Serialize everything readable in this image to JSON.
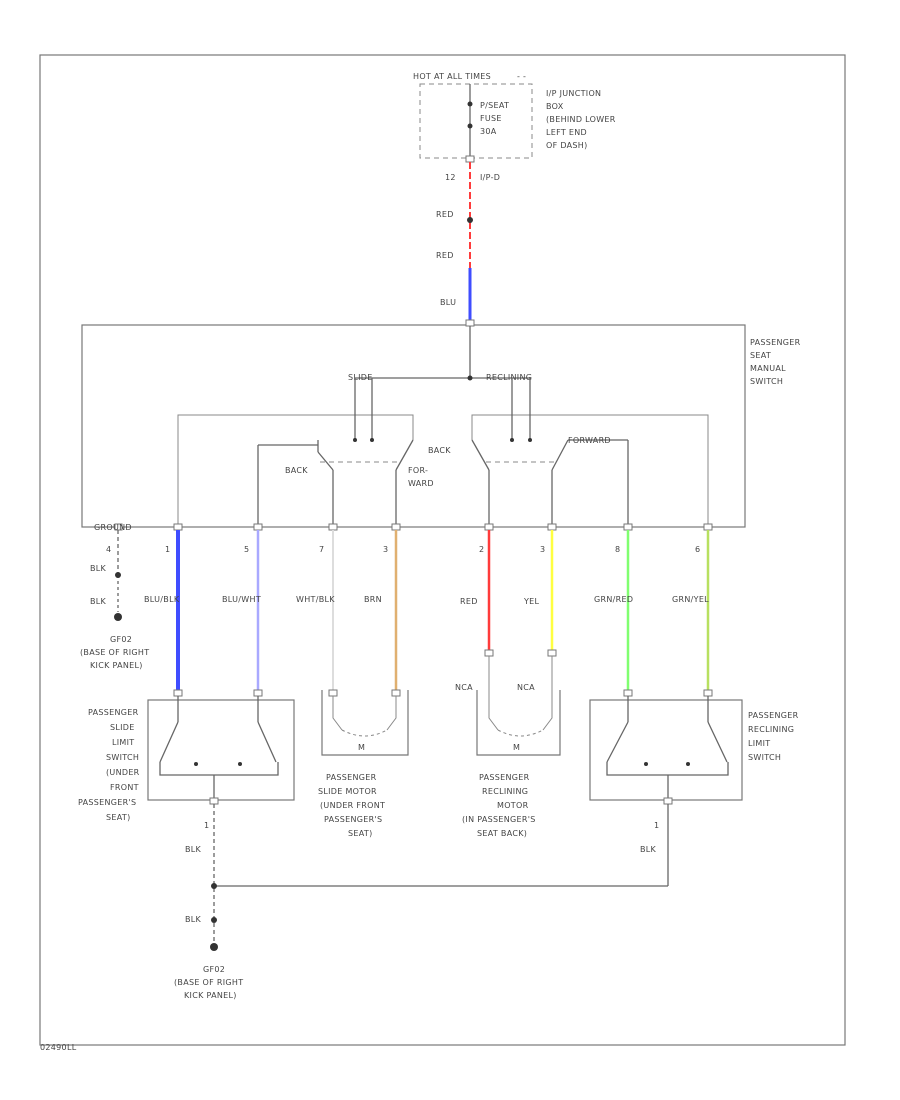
{
  "header": {
    "hot_at_all_times": "HOT AT ALL TIMES",
    "junction_box": [
      "I/P JUNCTION",
      "BOX",
      "(BEHIND LOWER",
      "LEFT END",
      "OF DASH)"
    ],
    "fuse": [
      "P/SEAT",
      "FUSE",
      "30A"
    ],
    "pin_left": "12",
    "connector": "I/P-D"
  },
  "top_wires": {
    "w1": "RED",
    "w2": "RED",
    "w3": "BLU"
  },
  "switch": {
    "name": [
      "PASSENGER",
      "SEAT",
      "MANUAL",
      "SWITCH"
    ],
    "slide": "SLIDE",
    "reclining": "RECLINING",
    "back_left": "BACK",
    "forward_left": [
      "FOR-",
      "WARD"
    ],
    "back_right": "BACK",
    "forward_right": "FORWARD",
    "ground": "GROUND"
  },
  "pins": [
    "4",
    "1",
    "5",
    "7",
    "3",
    "2",
    "3",
    "8",
    "6"
  ],
  "wires": [
    "BLU/BLK",
    "BLU/WHT",
    "WHT/BLK",
    "BRN",
    "RED",
    "YEL",
    "GRN/RED",
    "GRN/YEL"
  ],
  "ground_wire": {
    "w1": "BLK",
    "w2": "BLK"
  },
  "grounds": {
    "g_top": [
      "GF02",
      "(BASE OF RIGHT",
      "KICK PANEL)"
    ],
    "g_bottom": [
      "GF02",
      "(BASE OF RIGHT",
      "KICK PANEL)"
    ]
  },
  "nca": [
    "NCA",
    "NCA"
  ],
  "components": {
    "slide_limit": [
      "PASSENGER",
      "SLIDE",
      "LIMIT",
      "SWITCH",
      "(UNDER",
      "FRONT",
      "PASSENGER'S",
      "SEAT)"
    ],
    "slide_motor": [
      "PASSENGER",
      "SLIDE MOTOR",
      "(UNDER FRONT",
      "PASSENGER'S",
      "SEAT)"
    ],
    "reclining_motor": [
      "PASSENGER",
      "RECLINING",
      "MOTOR",
      "(IN PASSENGER'S",
      "SEAT BACK)"
    ],
    "reclining_limit": [
      "PASSENGER",
      "RECLINING",
      "LIMIT",
      "SWITCH"
    ],
    "motor_symbol": "M"
  },
  "bottom_wires": {
    "left_pin": "1",
    "left": "BLK",
    "right_pin": "1",
    "right": "BLK",
    "down": "BLK"
  },
  "footer": "02490LL",
  "colors": {
    "red": "#ff3b3b",
    "blue": "#3f4dff",
    "light_blue": "#a9a9ff",
    "white": "#dddddd",
    "tan": "#e0b070",
    "yellow": "#ffff40",
    "green": "#80ff70",
    "yellowgreen": "#b8e060"
  }
}
